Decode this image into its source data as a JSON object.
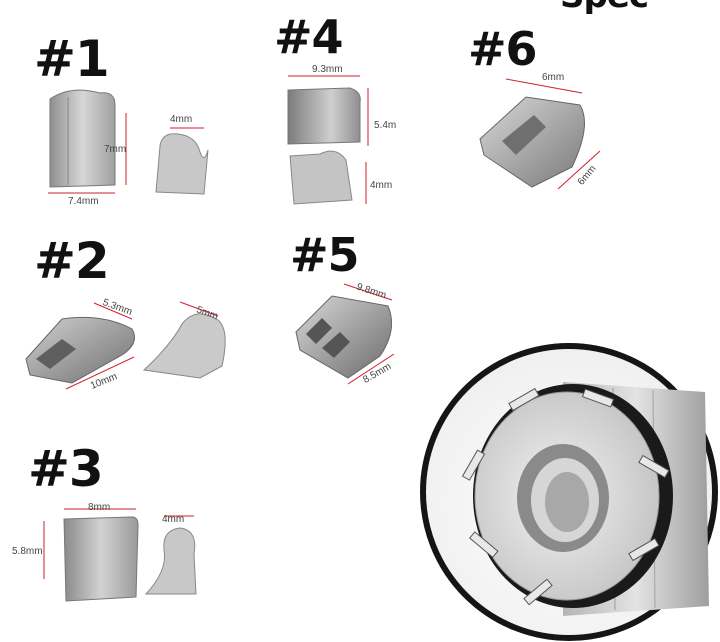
{
  "header_fragment": "Spec",
  "parts": [
    {
      "id": "#1",
      "dims": {
        "width": "7.4mm",
        "height": "7mm",
        "spring": "4mm"
      }
    },
    {
      "id": "#4",
      "dims": {
        "width": "9.3mm",
        "height": "5.4m",
        "spring": "4mm"
      }
    },
    {
      "id": "#6",
      "dims": {
        "width": "6mm",
        "depth": "6mm"
      }
    },
    {
      "id": "#2",
      "dims": {
        "top": "5.3mm",
        "length": "10mm",
        "spring": "5mm"
      }
    },
    {
      "id": "#5",
      "dims": {
        "width": "9.8mm",
        "depth": "8.5mm"
      }
    },
    {
      "id": "#3",
      "dims": {
        "width": "8mm",
        "height": "5.8mm",
        "spring": "4mm"
      }
    }
  ],
  "colors": {
    "accent": "#d21f2b",
    "label": "#111111",
    "metal": "#b8b8b8",
    "hub": "#1a1a1a"
  }
}
